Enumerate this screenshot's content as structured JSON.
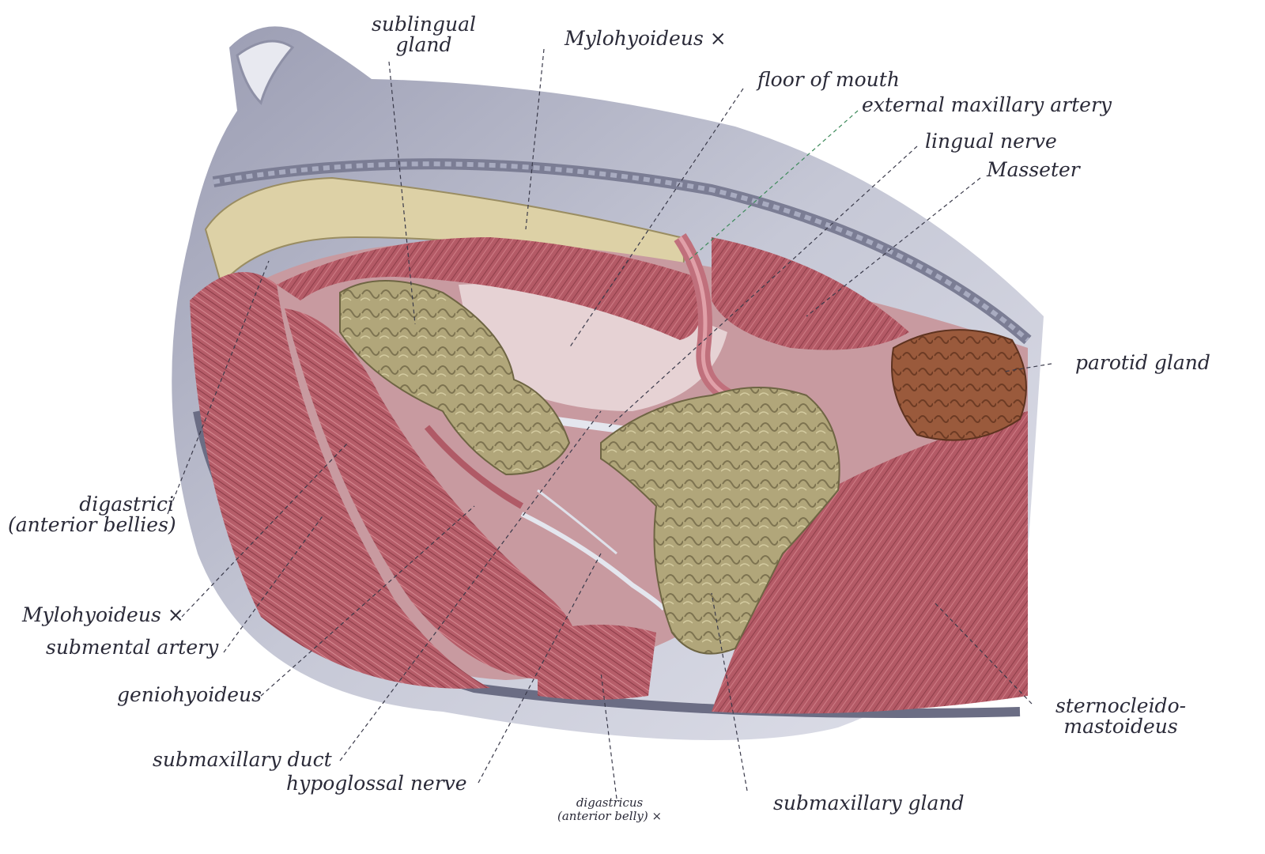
{
  "figure": {
    "subject": "Dissection of the submaxillary (submandibular) region showing floor of mouth",
    "colors": {
      "skin": "#c9ccd8",
      "skin_shadow": "#8e90a6",
      "muscle": "#b8606b",
      "muscle_dark": "#8e3f4a",
      "gland": "#b3a77a",
      "gland_dark": "#7d7350",
      "parotid": "#9a5a3c",
      "bone": "#ddd1a6",
      "nerve": "#e4e6ee",
      "leader": "#3a3a4a"
    }
  },
  "labels": {
    "sublingual_gland": [
      "sublingual",
      "gland"
    ],
    "mylohyoideus_top": "Mylohyoideus ×",
    "floor_of_mouth": "floor of mouth",
    "external_maxillary_artery": "external maxillary artery",
    "lingual_nerve": "lingual nerve",
    "masseter": "Masseter",
    "parotid_gland": "parotid gland",
    "digastrici": [
      "digastrici",
      "(anterior bellies)"
    ],
    "mylohyoideus_left": "Mylohyoideus ×",
    "submental_artery": "submental artery",
    "geniohyoideus": "geniohyoideus",
    "submaxillary_duct": "submaxillary duct",
    "hypoglossal_nerve": "hypoglossal nerve",
    "digastricus": [
      "digastricus",
      "(anterior belly) ×"
    ],
    "submaxillary_gland": "submaxillary gland",
    "sternocleidomastoideus": [
      "sternocleido-",
      "mastoideus"
    ]
  }
}
